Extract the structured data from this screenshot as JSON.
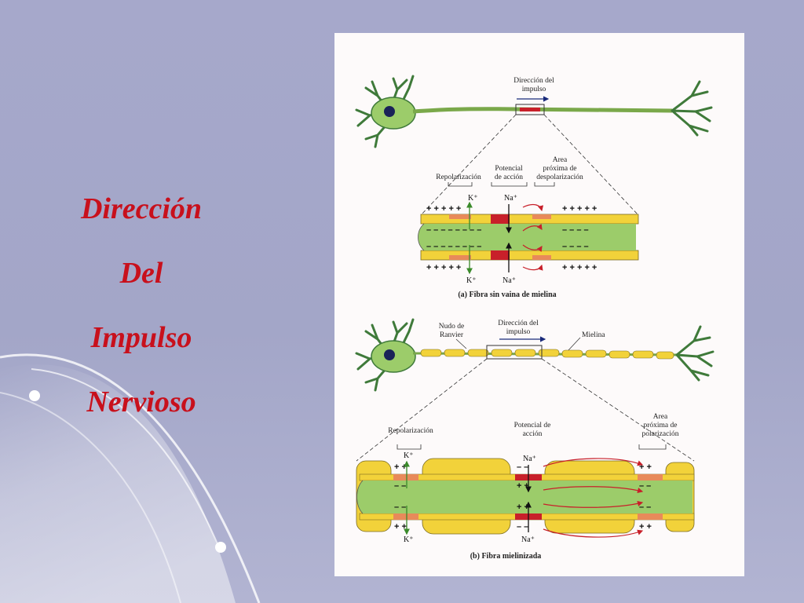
{
  "slide": {
    "title_lines": [
      "Dirección",
      "Del",
      "Impulso",
      "Nervioso"
    ]
  },
  "figure_a": {
    "direction_label_1": "Dirección del",
    "direction_label_2": "impulso",
    "repolarization": "Repolarización",
    "action_potential_1": "Potencial",
    "action_potential_2": "de acción",
    "near_area_1": "Area",
    "near_area_2": "próxima de",
    "near_area_3": "despolarización",
    "k_ion": "K⁺",
    "na_ion": "Na⁺",
    "caption": "(a) Fibra sin vaina de mielina"
  },
  "figure_b": {
    "node_label_1": "Nudo de",
    "node_label_2": "Ranvier",
    "direction_label_1": "Dirección del",
    "direction_label_2": "impulso",
    "myelin": "Mielina",
    "repolarization": "Repolarización",
    "action_potential_1": "Potencial de",
    "action_potential_2": "acción",
    "near_area_1": "Area",
    "near_area_2": "próxima de",
    "near_area_3": "polarización",
    "k_ion": "K⁺",
    "na_ion": "Na⁺",
    "caption": "(b) Fibra mielinizada"
  },
  "colors": {
    "title": "#c8101c",
    "axon_green": "#9ccc6a",
    "membrane_yellow": "#f2d23a",
    "depolarized_red": "#c8202a",
    "repolarized_orange": "#e88a5a",
    "background": "#a6a8cb"
  }
}
